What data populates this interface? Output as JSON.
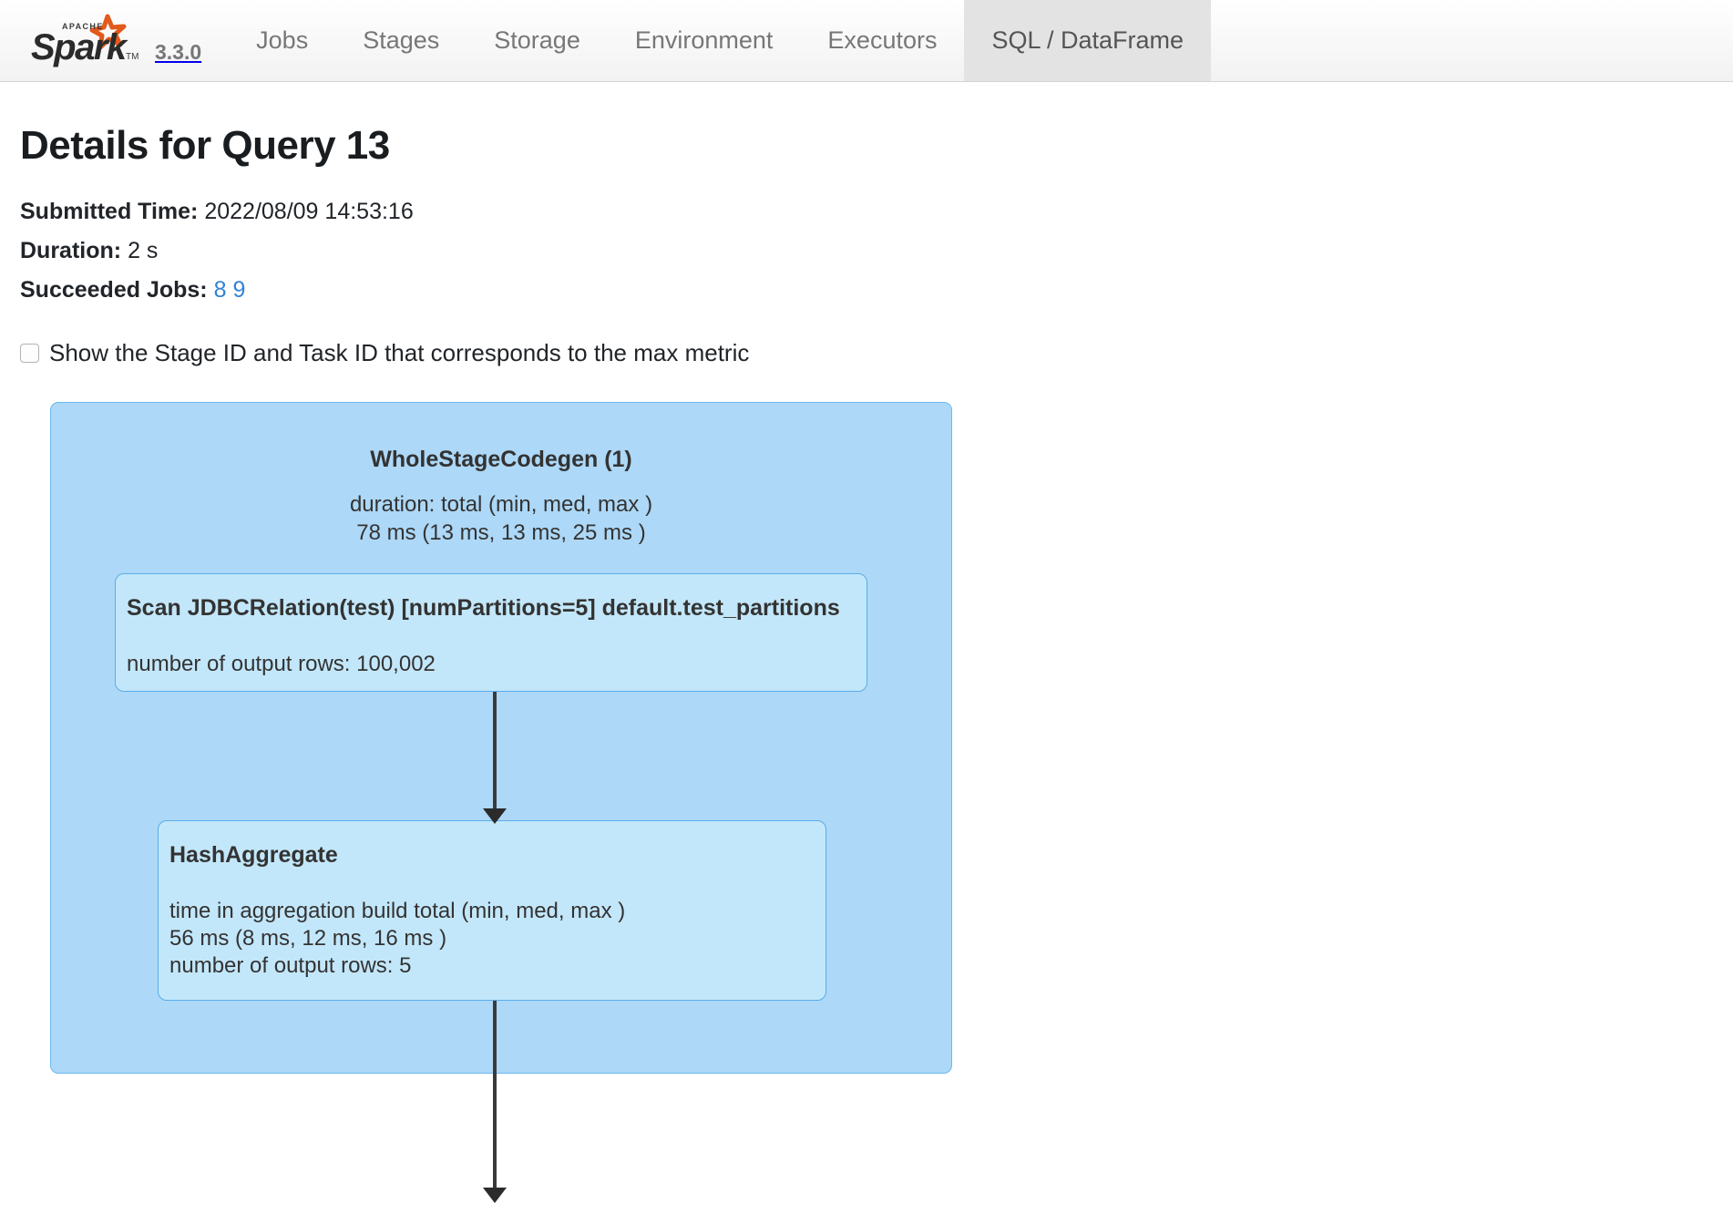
{
  "navbar": {
    "brand_name": "Apache Spark",
    "brand_apache": "APACHE",
    "brand_word": "Spark",
    "version": "3.3.0",
    "tabs": [
      {
        "label": "Jobs",
        "active": false
      },
      {
        "label": "Stages",
        "active": false
      },
      {
        "label": "Storage",
        "active": false
      },
      {
        "label": "Environment",
        "active": false
      },
      {
        "label": "Executors",
        "active": false
      },
      {
        "label": "SQL / DataFrame",
        "active": true
      }
    ]
  },
  "page": {
    "title": "Details for Query 13",
    "submitted_time_label": "Submitted Time:",
    "submitted_time_value": "2022/08/09 14:53:16",
    "duration_label": "Duration:",
    "duration_value": "2 s",
    "succeeded_jobs_label": "Succeeded Jobs:",
    "succeeded_jobs": [
      "8",
      "9"
    ],
    "checkbox_label": "Show the Stage ID and Task ID that corresponds to the max metric",
    "checkbox_checked": false
  },
  "plan_graph": {
    "cluster": {
      "title": "WholeStageCodegen (1)",
      "metrics": "duration: total (min, med, max )\n78 ms (13 ms, 13 ms, 25 ms )"
    },
    "nodes": [
      {
        "id": "scan",
        "title": "Scan JDBCRelation(test) [numPartitions=5] default.test_partitions",
        "metrics": "number of output rows: 100,002"
      },
      {
        "id": "hashaggregate",
        "title": "HashAggregate",
        "metrics": "time in aggregation build total (min, med, max )\n56 ms (8 ms, 12 ms, 16 ms )\nnumber of output rows: 5"
      }
    ],
    "edges": [
      {
        "from": "scan",
        "to": "hashaggregate"
      },
      {
        "from": "hashaggregate",
        "to": "next"
      }
    ]
  },
  "colors": {
    "cluster_fill": "#ADD8F7",
    "cluster_stroke": "#6bb8f0",
    "node_fill": "#C3E7FA",
    "node_stroke": "#5aadea",
    "edge": "#333333",
    "link": "#3083d4",
    "brand_star": "#E25A1C",
    "active_tab_bg": "#e3e3e3"
  }
}
